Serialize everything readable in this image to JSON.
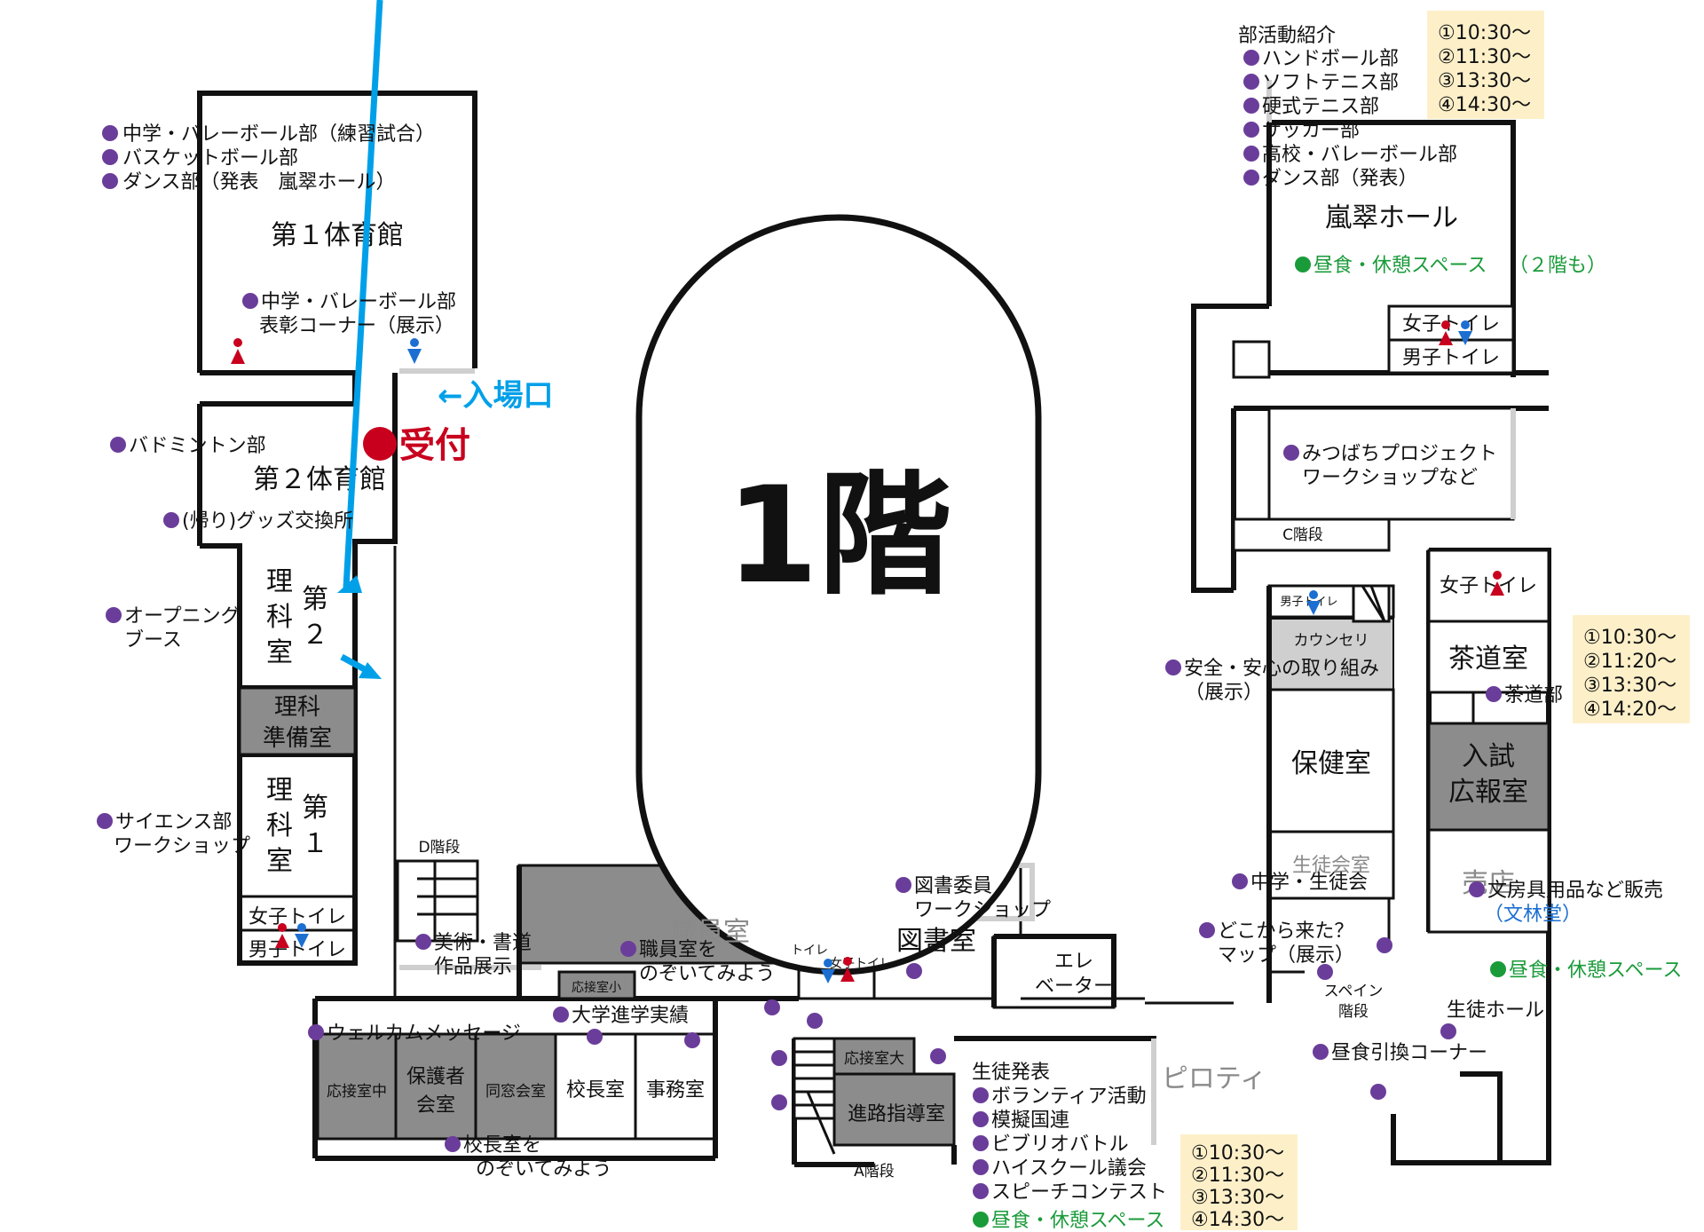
{
  "floor_title": "1階",
  "entrance": "←入場口",
  "reception": "受付",
  "rooms": {
    "gym1": "第１体育館",
    "gym2": "第２体育館",
    "science2_a": "理",
    "science2_b": "科",
    "science2_c": "室",
    "science2_d": "第",
    "science2_e": "２",
    "science_prep_1": "理科",
    "science_prep_2": "準備室",
    "science1_a": "理",
    "science1_b": "科",
    "science1_c": "室",
    "science1_d": "第",
    "science1_e": "１",
    "toilet_f_left": "女子トイレ",
    "toilet_m_left": "男子トイレ",
    "d_stairs": "D階段",
    "reception_small_room": "応接室小",
    "reception_mid": "応接室中",
    "pta_1": "保護者",
    "pta_2": "会室",
    "alumni": "同窓会室",
    "principal": "校長室",
    "office": "事務室",
    "staff_room": "職員室",
    "toilet_center_1": "トイレ",
    "toilet_center_2": "女子トイレ",
    "library": "図書室",
    "elevator_1": "エレ",
    "elevator_2": "ベーター",
    "reception_large": "応接室大",
    "career": "進路指導室",
    "a_stairs": "A階段",
    "pilotis": "ピロティ",
    "hall": "嵐翠ホール",
    "toilet_f_hall": "女子トイレ",
    "toilet_m_hall": "男子トイレ",
    "c_stairs": "C階段",
    "toilet_m_counsel": "男子トイレ",
    "counseling": "カウンセリ",
    "infirmary": "保健室",
    "student_council_room": "生徒会室",
    "spain_stairs_1": "スペイン",
    "spain_stairs_2": "階段",
    "toilet_f_right": "女子トイレ",
    "tea_room": "茶道室",
    "admissions_1": "入試",
    "admissions_2": "広報室",
    "shop": "売店",
    "student_hall": "生徒ホール"
  },
  "events": {
    "gym1_1": "中学・バレーボール部（練習試合）",
    "gym1_2": "バスケットボール部",
    "gym1_3": "ダンス部（発表　嵐翠ホール）",
    "award_1": "中学・バレーボール部",
    "award_2": "表彰コーナー（展示）",
    "badminton": "バドミントン部",
    "goods": "(帰り)グッズ交換所",
    "opening_1": "オープニング",
    "opening_2": "ブース",
    "science_1": "サイエンス部",
    "science_2": "ワークショップ",
    "art_1": "美術・書道",
    "art_2": "作品展示",
    "staff_1": "職員室を",
    "staff_2": "のぞいてみよう",
    "univ": "大学進学実績",
    "welcome": "ウェルカムメッセージ",
    "principal_1": "校長室を",
    "principal_2": "のぞいてみよう",
    "library_1": "図書委員",
    "library_2": "ワークショップ",
    "presentation": "生徒発表",
    "volunteer": "ボランティア活動",
    "mun": "模擬国連",
    "biblio": "ビブリオバトル",
    "hs_council": "ハイスクール議会",
    "speech": "スピーチコンテスト",
    "club_intro": "部活動紹介",
    "handball": "ハンドボール部",
    "soft_tennis": "ソフトテニス部",
    "hard_tennis": "硬式テニス部",
    "soccer": "サッカー部",
    "hs_volley": "高校・バレーボール部",
    "dance": "ダンス部（発表）",
    "mitsubachi_1": "みつばちプロジェクト",
    "mitsubachi_2": "ワークショップなど",
    "safety_1": "安全・安心の取り組み",
    "safety_2": "（展示）",
    "jh_council": "中学・生徒会",
    "where_1": "どこから来た？",
    "where_2": "マップ（展示）",
    "tea_club": "茶道部",
    "stationery": "文房具用品など販売",
    "bunrindo": "（文林堂）",
    "lunch_exchange": "昼食引換コーナー"
  },
  "rest": {
    "hall": "昼食・休憩スペース",
    "hall_note": "（２階も）",
    "right": "昼食・休憩スペース",
    "bottom": "昼食・休憩スペース"
  },
  "schedules": {
    "club": [
      "①10:30～",
      "②11:30～",
      "③13:30～",
      "④14:30～"
    ],
    "tea": [
      "①10:30～",
      "②11:20～",
      "③13:30～",
      "④14:20～"
    ],
    "presentation": [
      "①10:30～",
      "②11:30～",
      "③13:30～",
      "④14:30～"
    ]
  },
  "colors": {
    "event_dot": "#6a3d9a",
    "rest": "#1a9b3a",
    "entrance": "#00a0e9",
    "reception": "#c8001e",
    "schedule_bg": "#fdf0c9",
    "dark_room": "#8c8c8c"
  }
}
